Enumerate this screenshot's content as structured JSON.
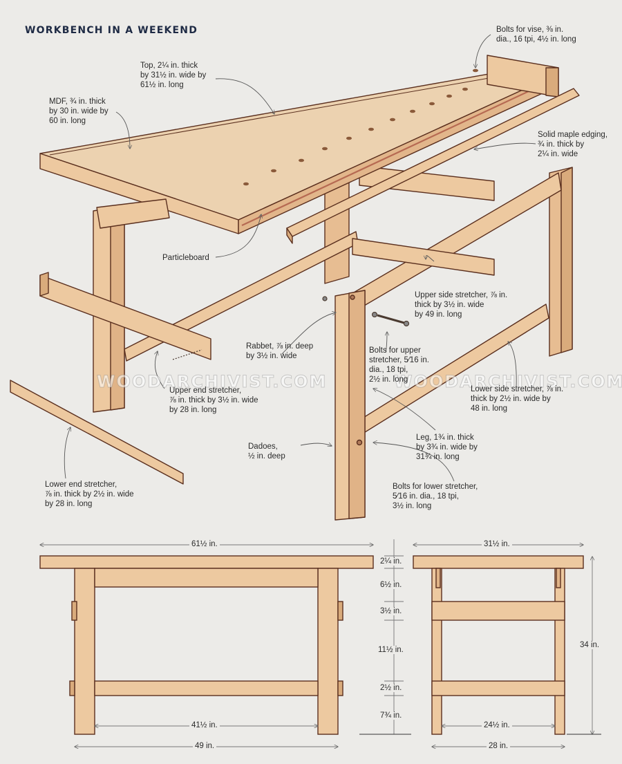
{
  "title": "WORKBENCH IN A WEEKEND",
  "watermark": "WOODARCHIVIST.COM",
  "colors": {
    "background": "#ecebe8",
    "title": "#1e2a44",
    "wood": "#edc9a0",
    "wood_dark": "#d9ab7c",
    "top_surface": "#ecd2b0",
    "outline": "#5a2f1e",
    "dimension_line": "#777777"
  },
  "callouts": [
    {
      "id": "top",
      "text": "Top, 2¼ in. thick\nby 31½ in. wide by\n61½ in. long"
    },
    {
      "id": "mdf",
      "text": "MDF, ¾ in. thick\nby 30 in. wide by\n60 in. long"
    },
    {
      "id": "vise-bolts",
      "text": "Bolts for vise, ⅜ in.\ndia., 16 tpi, 4½ in. long"
    },
    {
      "id": "maple-edging",
      "text": "Solid maple edging,\n¾ in. thick by\n2¼ in. wide"
    },
    {
      "id": "particleboard",
      "text": "Particleboard"
    },
    {
      "id": "upper-side-stretcher",
      "text": "Upper side stretcher, ⅞ in.\nthick by 3½ in. wide\nby 49 in. long"
    },
    {
      "id": "rabbet",
      "text": "Rabbet, ⅞ in. deep\nby 3½ in. wide"
    },
    {
      "id": "upper-stretcher-bolts",
      "text": "Bolts for upper\nstretcher, 5⁄16 in.\ndia., 18 tpi,\n2½ in. long"
    },
    {
      "id": "upper-end-stretcher",
      "text": "Upper end stretcher,\n⅞ in. thick by 3½ in. wide\nby 28 in. long"
    },
    {
      "id": "lower-side-stretcher",
      "text": "Lower side stretcher, ⅞ in.\nthick by 2½ in. wide by\n48 in. long"
    },
    {
      "id": "leg",
      "text": "Leg, 1¾ in. thick\nby 3¾ in. wide by\n31¾ in. long"
    },
    {
      "id": "dadoes",
      "text": "Dadoes,\n½ in. deep"
    },
    {
      "id": "lower-stretcher-bolts",
      "text": "Bolts for lower stretcher,\n5⁄16 in. dia., 18 tpi,\n3½ in. long"
    },
    {
      "id": "lower-end-stretcher",
      "text": "Lower end stretcher,\n⅞ in. thick by 2½ in. wide\nby 28 in. long"
    }
  ],
  "front_view": {
    "overall_length": "61½ in.",
    "inner_stretcher_span": "41½ in.",
    "leg_span": "49 in."
  },
  "vertical_dimensions": [
    "2¼ in.",
    "6½ in.",
    "3½ in.",
    "11½ in.",
    "2½ in.",
    "7¾ in."
  ],
  "side_view": {
    "top_width": "31½ in.",
    "overall_height": "34 in.",
    "inner_span": "24½ in.",
    "leg_span": "28 in."
  }
}
